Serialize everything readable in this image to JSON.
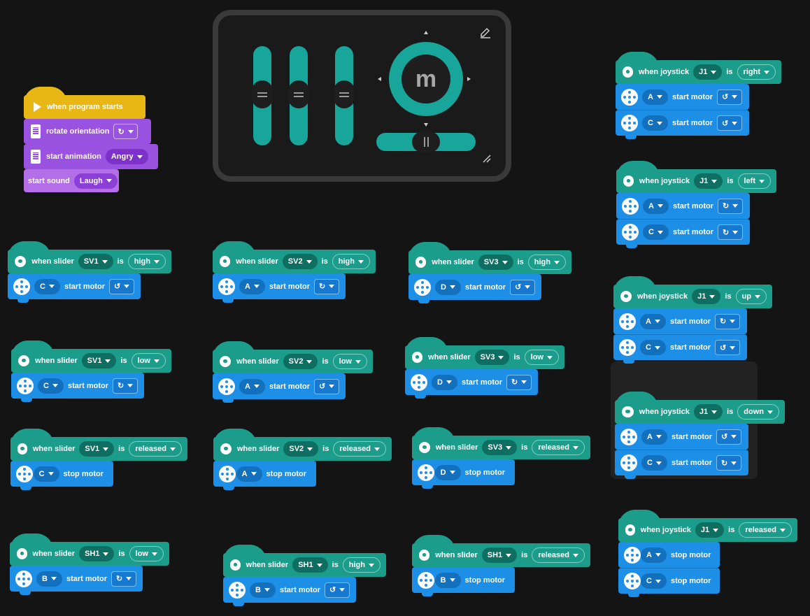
{
  "start_stack": {
    "hat_label": "when program starts",
    "b1_label": "rotate orientation",
    "b2_label": "start animation",
    "b2_value": "Angry",
    "b3_label": "start sound",
    "b3_value": "Laugh"
  },
  "controller": {
    "logo": "m"
  },
  "labels": {
    "when_slider": "when slider",
    "when_joystick": "when joystick",
    "is": "is",
    "start_motor": "start motor",
    "stop_motor": "stop motor"
  },
  "slider_events": [
    {
      "slider": "SV1",
      "state": "high",
      "motor": "C",
      "action": "start motor",
      "dir": "ccw"
    },
    {
      "slider": "SV2",
      "state": "high",
      "motor": "A",
      "action": "start motor",
      "dir": "cw"
    },
    {
      "slider": "SV3",
      "state": "high",
      "motor": "D",
      "action": "start motor",
      "dir": "ccw"
    },
    {
      "slider": "SV1",
      "state": "low",
      "motor": "C",
      "action": "start motor",
      "dir": "cw"
    },
    {
      "slider": "SV2",
      "state": "low",
      "motor": "A",
      "action": "start motor",
      "dir": "ccw"
    },
    {
      "slider": "SV3",
      "state": "low",
      "motor": "D",
      "action": "start motor",
      "dir": "cw"
    },
    {
      "slider": "SV1",
      "state": "released",
      "motor": "C",
      "action": "stop motor"
    },
    {
      "slider": "SV2",
      "state": "released",
      "motor": "A",
      "action": "stop motor"
    },
    {
      "slider": "SV3",
      "state": "released",
      "motor": "D",
      "action": "stop motor"
    },
    {
      "slider": "SH1",
      "state": "low",
      "motor": "B",
      "action": "start motor",
      "dir": "cw"
    },
    {
      "slider": "SH1",
      "state": "high",
      "motor": "B",
      "action": "start motor",
      "dir": "ccw"
    },
    {
      "slider": "SH1",
      "state": "released",
      "motor": "B",
      "action": "stop motor"
    }
  ],
  "joystick_events": [
    {
      "joystick": "J1",
      "state": "right",
      "motors": [
        {
          "motor": "A",
          "action": "start motor",
          "dir": "ccw"
        },
        {
          "motor": "C",
          "action": "start motor",
          "dir": "ccw"
        }
      ]
    },
    {
      "joystick": "J1",
      "state": "left",
      "motors": [
        {
          "motor": "A",
          "action": "start motor",
          "dir": "cw"
        },
        {
          "motor": "C",
          "action": "start motor",
          "dir": "cw"
        }
      ]
    },
    {
      "joystick": "J1",
      "state": "up",
      "motors": [
        {
          "motor": "A",
          "action": "start motor",
          "dir": "cw"
        },
        {
          "motor": "C",
          "action": "start motor",
          "dir": "ccw"
        }
      ]
    },
    {
      "joystick": "J1",
      "state": "down",
      "motors": [
        {
          "motor": "A",
          "action": "start motor",
          "dir": "ccw"
        },
        {
          "motor": "C",
          "action": "start motor",
          "dir": "cw"
        }
      ]
    },
    {
      "joystick": "J1",
      "state": "released",
      "motors": [
        {
          "motor": "A",
          "action": "stop motor"
        },
        {
          "motor": "C",
          "action": "stop motor"
        }
      ]
    }
  ]
}
